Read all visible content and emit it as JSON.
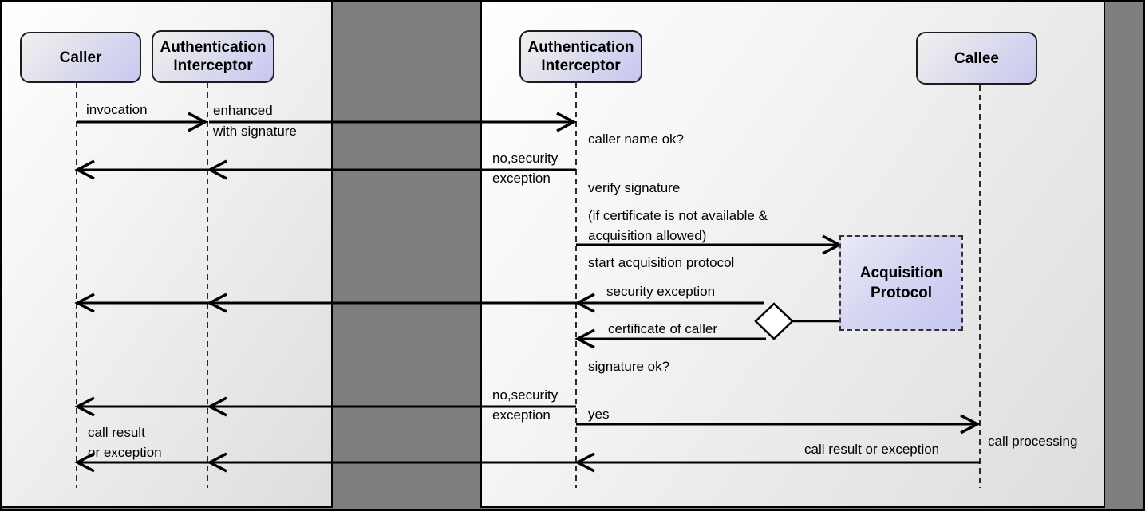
{
  "colors": {
    "outer_background": "#7e7e7e",
    "frame_border": "#000000",
    "panel_gradient_start": "#ffffff",
    "panel_gradient_end": "#dddddd",
    "actor_box_gradient_start": "#f1f1ef",
    "actor_box_gradient_end": "#c7c7f2",
    "line_color": "#000000"
  },
  "actors": {
    "caller": "Caller",
    "auth_interceptor_line1": "Authentication",
    "auth_interceptor_line2": "Interceptor",
    "callee": "Callee"
  },
  "acquisition_protocol": {
    "line1": "Acquisition",
    "line2": "Protocol"
  },
  "messages": {
    "invocation": "invocation",
    "enhanced_line1": "enhanced",
    "enhanced_line2": "with signature",
    "caller_name_ok": "caller name ok?",
    "no_security_line1": "no,security",
    "no_security_line2": "exception",
    "verify_signature": "verify signature",
    "condition_line1": "(if certificate is not available &",
    "condition_line2": "acquisition allowed)",
    "start_acquisition": "start acquisition protocol",
    "security_exception": "security exception",
    "certificate_of_caller": "certificate of caller",
    "signature_ok": "signature ok?",
    "yes": "yes",
    "call_processing": "call processing",
    "call_result_or_exception": "call result or exception",
    "call_result_line1": "call result",
    "call_result_line2": "or exception"
  }
}
